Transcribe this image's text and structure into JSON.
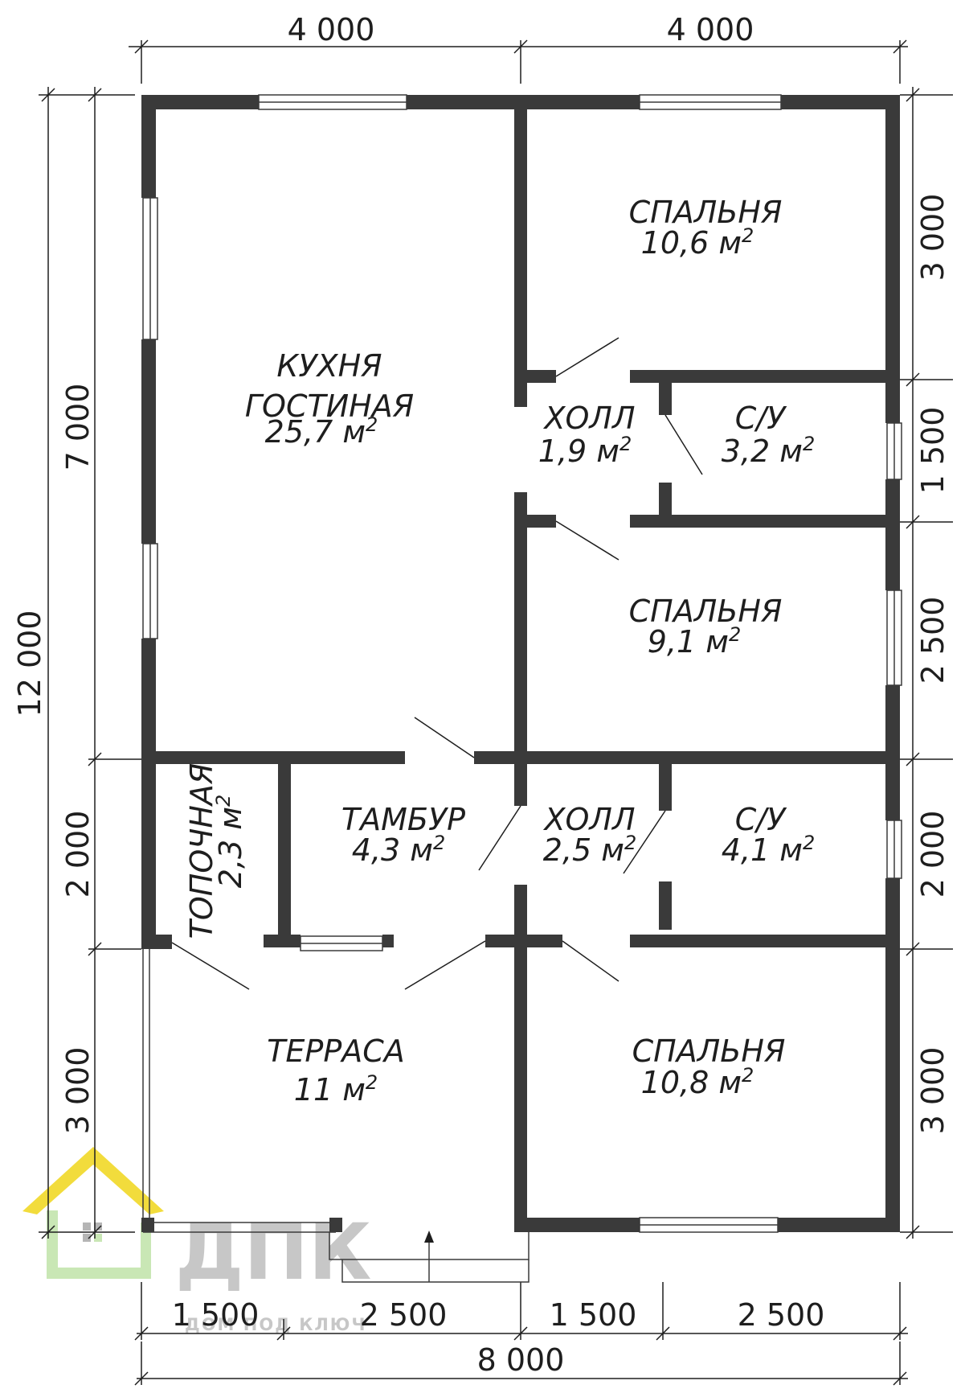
{
  "dimensions": {
    "top": [
      "4 000",
      "4 000"
    ],
    "bottom_segments": [
      "1 500",
      "2 500",
      "1 500",
      "2 500"
    ],
    "bottom_total": "8 000",
    "left_total": "12 000",
    "left_segments": [
      "7 000",
      "2 000",
      "3 000"
    ],
    "right_segments": [
      "3 000",
      "1 500",
      "2 500",
      "2 000",
      "3 000"
    ]
  },
  "rooms": {
    "kitchen": {
      "line1": "КУХНЯ",
      "line2": "ГОСТИНАЯ",
      "area": "25,7 м",
      "sup": "2"
    },
    "bedroom_top": {
      "name": "СПАЛЬНЯ",
      "area": "10,6 м",
      "sup": "2"
    },
    "hall_top": {
      "name": "ХОЛЛ",
      "area": "1,9 м",
      "sup": "2"
    },
    "bath_top": {
      "name": "С/У",
      "area": "3,2 м",
      "sup": "2"
    },
    "bedroom_mid": {
      "name": "СПАЛЬНЯ",
      "area": "9,1 м",
      "sup": "2"
    },
    "furnace": {
      "name": "ТОПОЧНАЯ",
      "area": "2,3 м",
      "sup": "2"
    },
    "vestibule": {
      "name": "ТАМБУР",
      "area": "4,3 м",
      "sup": "2"
    },
    "hall_bottom": {
      "name": "ХОЛЛ",
      "area": "2,5 м",
      "sup": "2"
    },
    "bath_bottom": {
      "name": "С/У",
      "area": "4,1 м",
      "sup": "2"
    },
    "terrace": {
      "name": "ТЕРРАСА",
      "area": "11 м",
      "sup": "2"
    },
    "bedroom_bottom": {
      "name": "СПАЛЬНЯ",
      "area": "10,8 м",
      "sup": "2"
    }
  },
  "logo": {
    "letters": "ДПК",
    "subtitle": "ДОМ ПОД КЛЮЧ"
  },
  "colors": {
    "wall": "#3a3a3a",
    "line": "#1e1e1e",
    "logo_roof": "#f2dc3c",
    "logo_base": "#c9e7b5",
    "logo_text": "#c7c7c7"
  }
}
